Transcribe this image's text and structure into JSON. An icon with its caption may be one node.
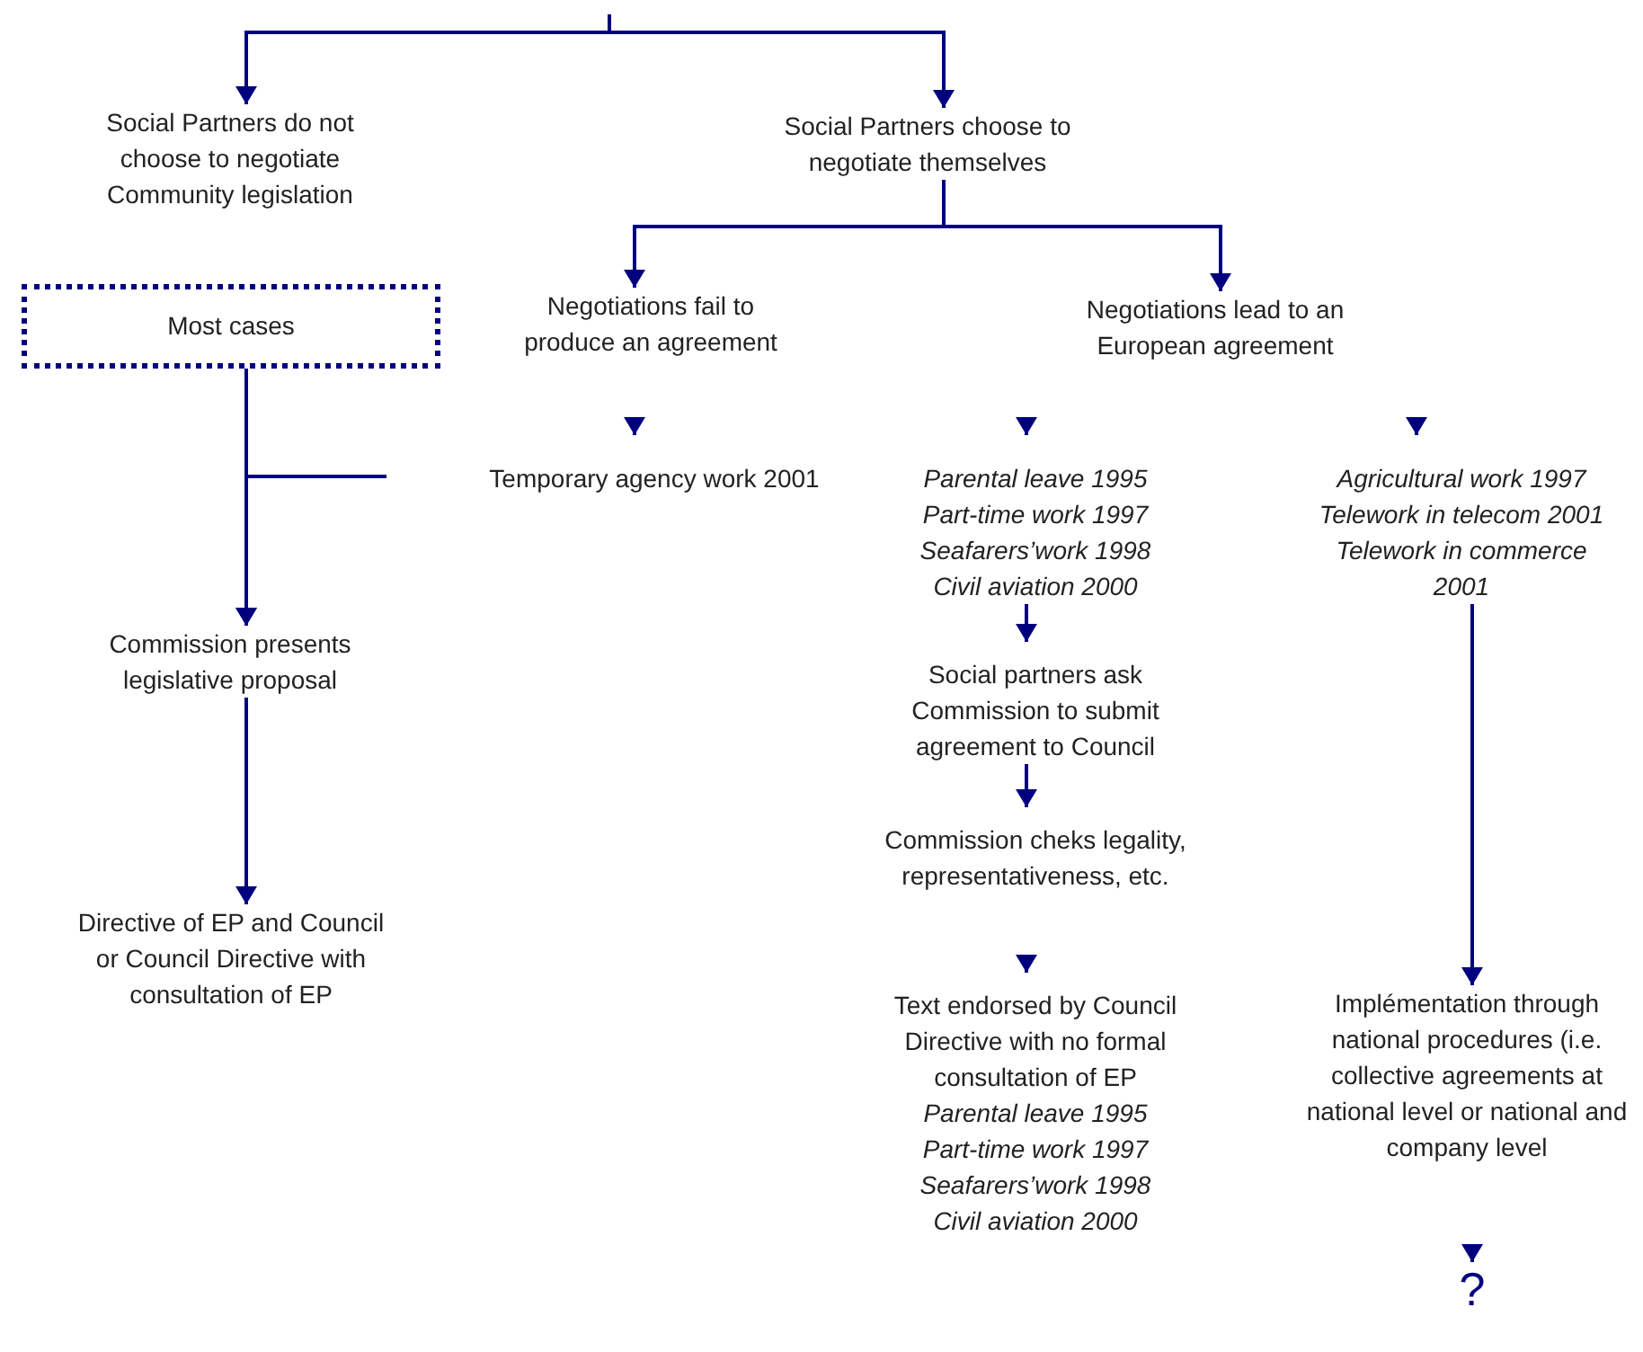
{
  "diagram": {
    "nodes": [
      {
        "text": [
          "Social Partners do not choose to negotiate Community legislation"
        ]
      },
      {
        "text": [
          "Social Partners choose to negotiate themselves"
        ]
      },
      {
        "text": [
          "Most cases"
        ]
      },
      {
        "text": [
          "Negotiations fail to produce an agreement"
        ]
      },
      {
        "text": [
          "Negotiations lead to an European agreement"
        ]
      },
      {
        "text": [
          "Temporary agency work 2001"
        ]
      },
      {
        "text": [
          "Parental leave 1995",
          "Part-time work 1997",
          "Seafarers’work 1998",
          "Civil aviation 2000"
        ]
      },
      {
        "text": [
          "Agricultural work 1997",
          "Telework in telecom 2001",
          "Telework in commerce 2001"
        ]
      },
      {
        "text": [
          "Commission presents legislative proposal"
        ]
      },
      {
        "text": [
          "Directive of EP and Council or Council Directive with consultation of EP"
        ]
      },
      {
        "text": [
          "Social partners ask Commission to submit agreement to Council"
        ]
      },
      {
        "text": [
          "Commission cheks legality, representativeness, etc."
        ]
      },
      {
        "text": [
          "Text endorsed by Council Directive with no formal consultation of EP",
          "Parental leave 1995",
          "Part-time work 1997",
          "Seafarers’work 1998",
          "Civil aviation 2000"
        ]
      },
      {
        "text": [
          "Implémentation through national procedures (i.e. collective agreements at national level or national and company level"
        ]
      },
      {
        "text": [
          "?"
        ]
      }
    ],
    "edges": [
      {
        "from": null,
        "to": 0,
        "arrow": "to"
      },
      {
        "from": null,
        "to": 1,
        "arrow": "to"
      },
      {
        "from": 1,
        "to": 3,
        "arrow": "to"
      },
      {
        "from": 1,
        "to": 4,
        "arrow": "to"
      },
      {
        "from": 2,
        "to": 8,
        "arrow": "to"
      },
      {
        "from": null,
        "to": 8,
        "arrow": "to"
      },
      {
        "from": 8,
        "to": 9,
        "arrow": "to"
      },
      {
        "from": null,
        "to": 5,
        "arrow": "to"
      },
      {
        "from": null,
        "to": 6,
        "arrow": "to"
      },
      {
        "from": null,
        "to": 7,
        "arrow": "to"
      },
      {
        "from": 6,
        "to": 10,
        "arrow": "to"
      },
      {
        "from": 10,
        "to": 11,
        "arrow": "to"
      },
      {
        "from": null,
        "to": 12,
        "arrow": "to"
      },
      {
        "from": 7,
        "to": 13,
        "arrow": "to"
      },
      {
        "from": null,
        "to": 14,
        "arrow": "to"
      }
    ]
  }
}
